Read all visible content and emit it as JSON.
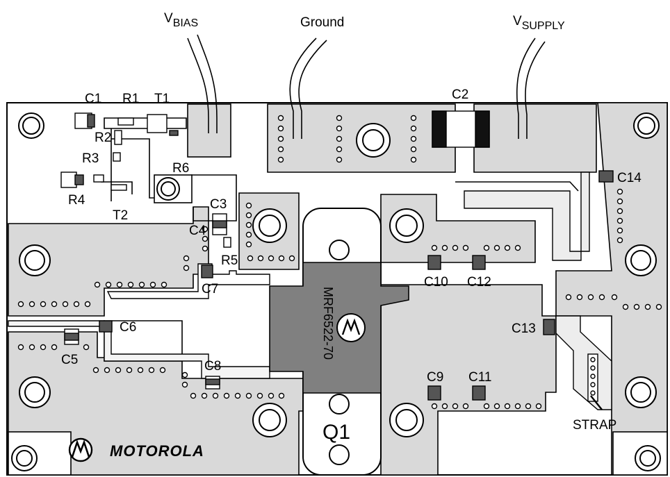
{
  "title": "",
  "wires": {
    "vbias": {
      "main": "V",
      "sub": "BIAS"
    },
    "ground": "Ground",
    "vsupply": {
      "main": "V",
      "sub": "SUPPLY"
    }
  },
  "components": {
    "c1": "C1",
    "r1": "R1",
    "t1": "T1",
    "c2": "C2",
    "r2": "R2",
    "r3": "R3",
    "r4": "R4",
    "r6": "R6",
    "t2": "T2",
    "c3": "C3",
    "c4": "C4",
    "r5": "R5",
    "c7": "C7",
    "c6": "C6",
    "c5": "C5",
    "c8": "C8",
    "c10": "C10",
    "c12": "C12",
    "c9": "C9",
    "c11": "C11",
    "c13": "C13",
    "c14": "C14",
    "strap": "STRAP",
    "q1": "Q1"
  },
  "device": {
    "part_number": "MRF6522-70"
  },
  "brand": {
    "name": "MOTOROLA",
    "logo": "motorola-batwing-logo"
  },
  "colors": {
    "copper_fill": "#d9d9d9",
    "device_flange": "#808080",
    "board": "#ffffff"
  }
}
